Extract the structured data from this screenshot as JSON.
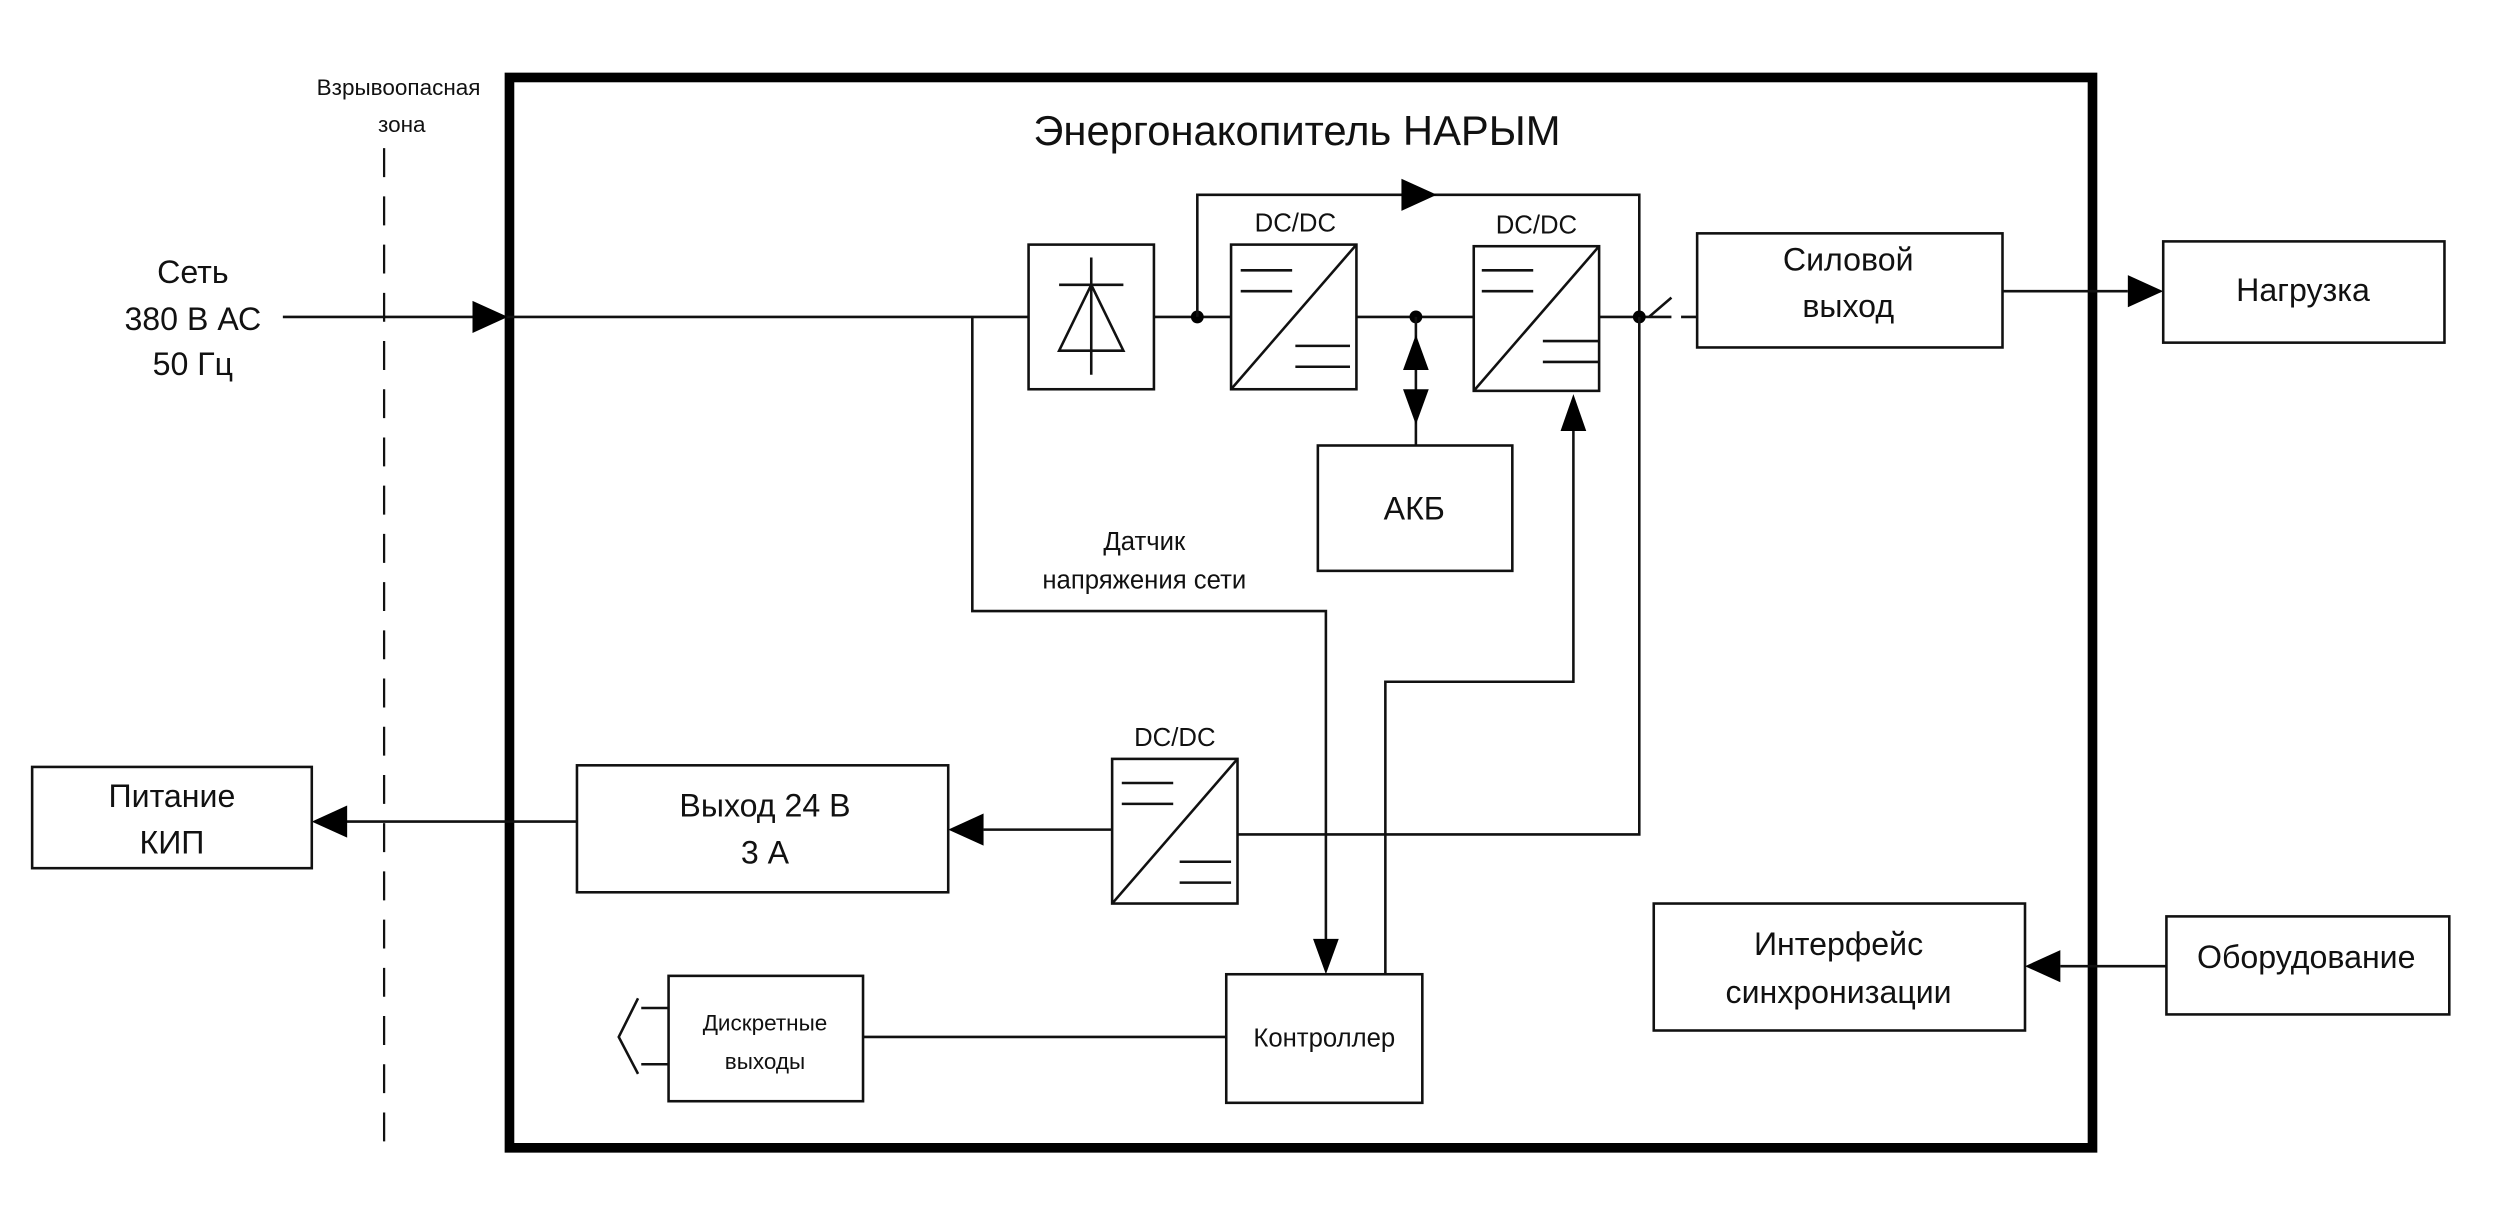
{
  "diagram": {
    "title": "Энергонакопитель НАРЫМ",
    "zone_label": [
      "Взрывоопасная",
      "зона"
    ],
    "input": [
      "Сеть",
      "380 В АС",
      "50 Гц"
    ],
    "nodes": {
      "rectifier": {
        "label": "rectifier-diode",
        "icon": "diode-icon"
      },
      "dcdc1": {
        "label": "DC/DC"
      },
      "dcdc2": {
        "label": "DC/DC"
      },
      "dcdc3": {
        "label": "DC/DC"
      },
      "battery": {
        "label": "АКБ"
      },
      "power_output": {
        "lines": [
          "Силовой",
          "выход"
        ]
      },
      "load": {
        "label": "Нагрузка"
      },
      "sensor_label": [
        "Датчик",
        "напряжения сети"
      ],
      "output24": {
        "lines": [
          "Выход 24 В",
          "3 А"
        ]
      },
      "kip_power": {
        "lines": [
          "Питание",
          "КИП"
        ]
      },
      "discrete_outputs": {
        "lines": [
          "Дискретные",
          "выходы"
        ]
      },
      "controller": {
        "label": "Контроллер"
      },
      "sync_interface": {
        "lines": [
          "Интерфейс",
          "синхронизации"
        ]
      },
      "equipment": {
        "label": "Оборудование"
      }
    }
  }
}
